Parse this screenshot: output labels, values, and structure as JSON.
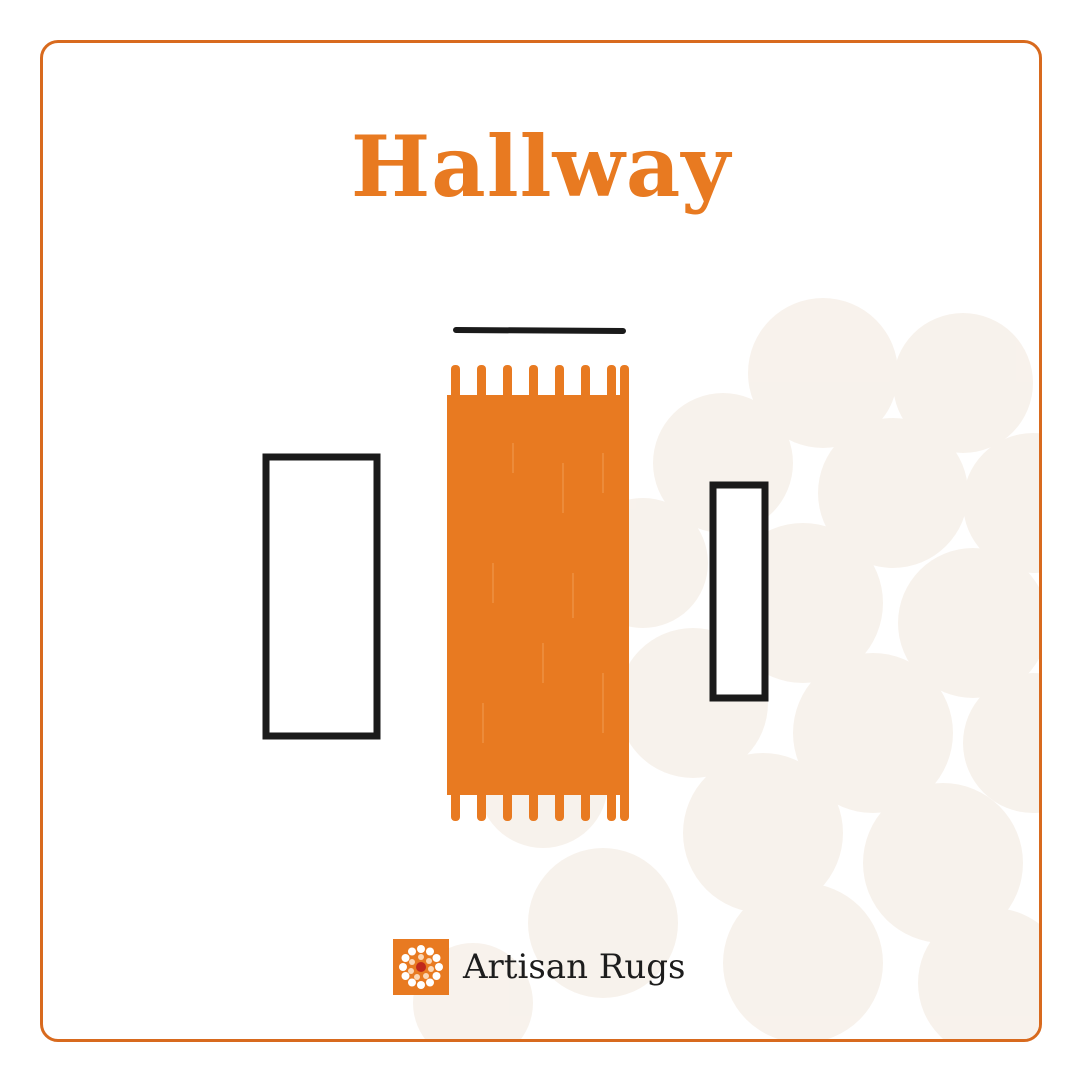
{
  "title": "Hallway",
  "brand": {
    "name": "Artisan Rugs",
    "logo_icon": "sunflower-mandala-icon"
  },
  "colors": {
    "accent": "#e87a21",
    "border": "#d86a1e",
    "outline": "#1a1a1a",
    "pattern": "#f7f1ea"
  },
  "diagram": {
    "elements": [
      "door-line",
      "hallway-runner-rug",
      "left-furniture-outline",
      "right-furniture-outline"
    ]
  }
}
